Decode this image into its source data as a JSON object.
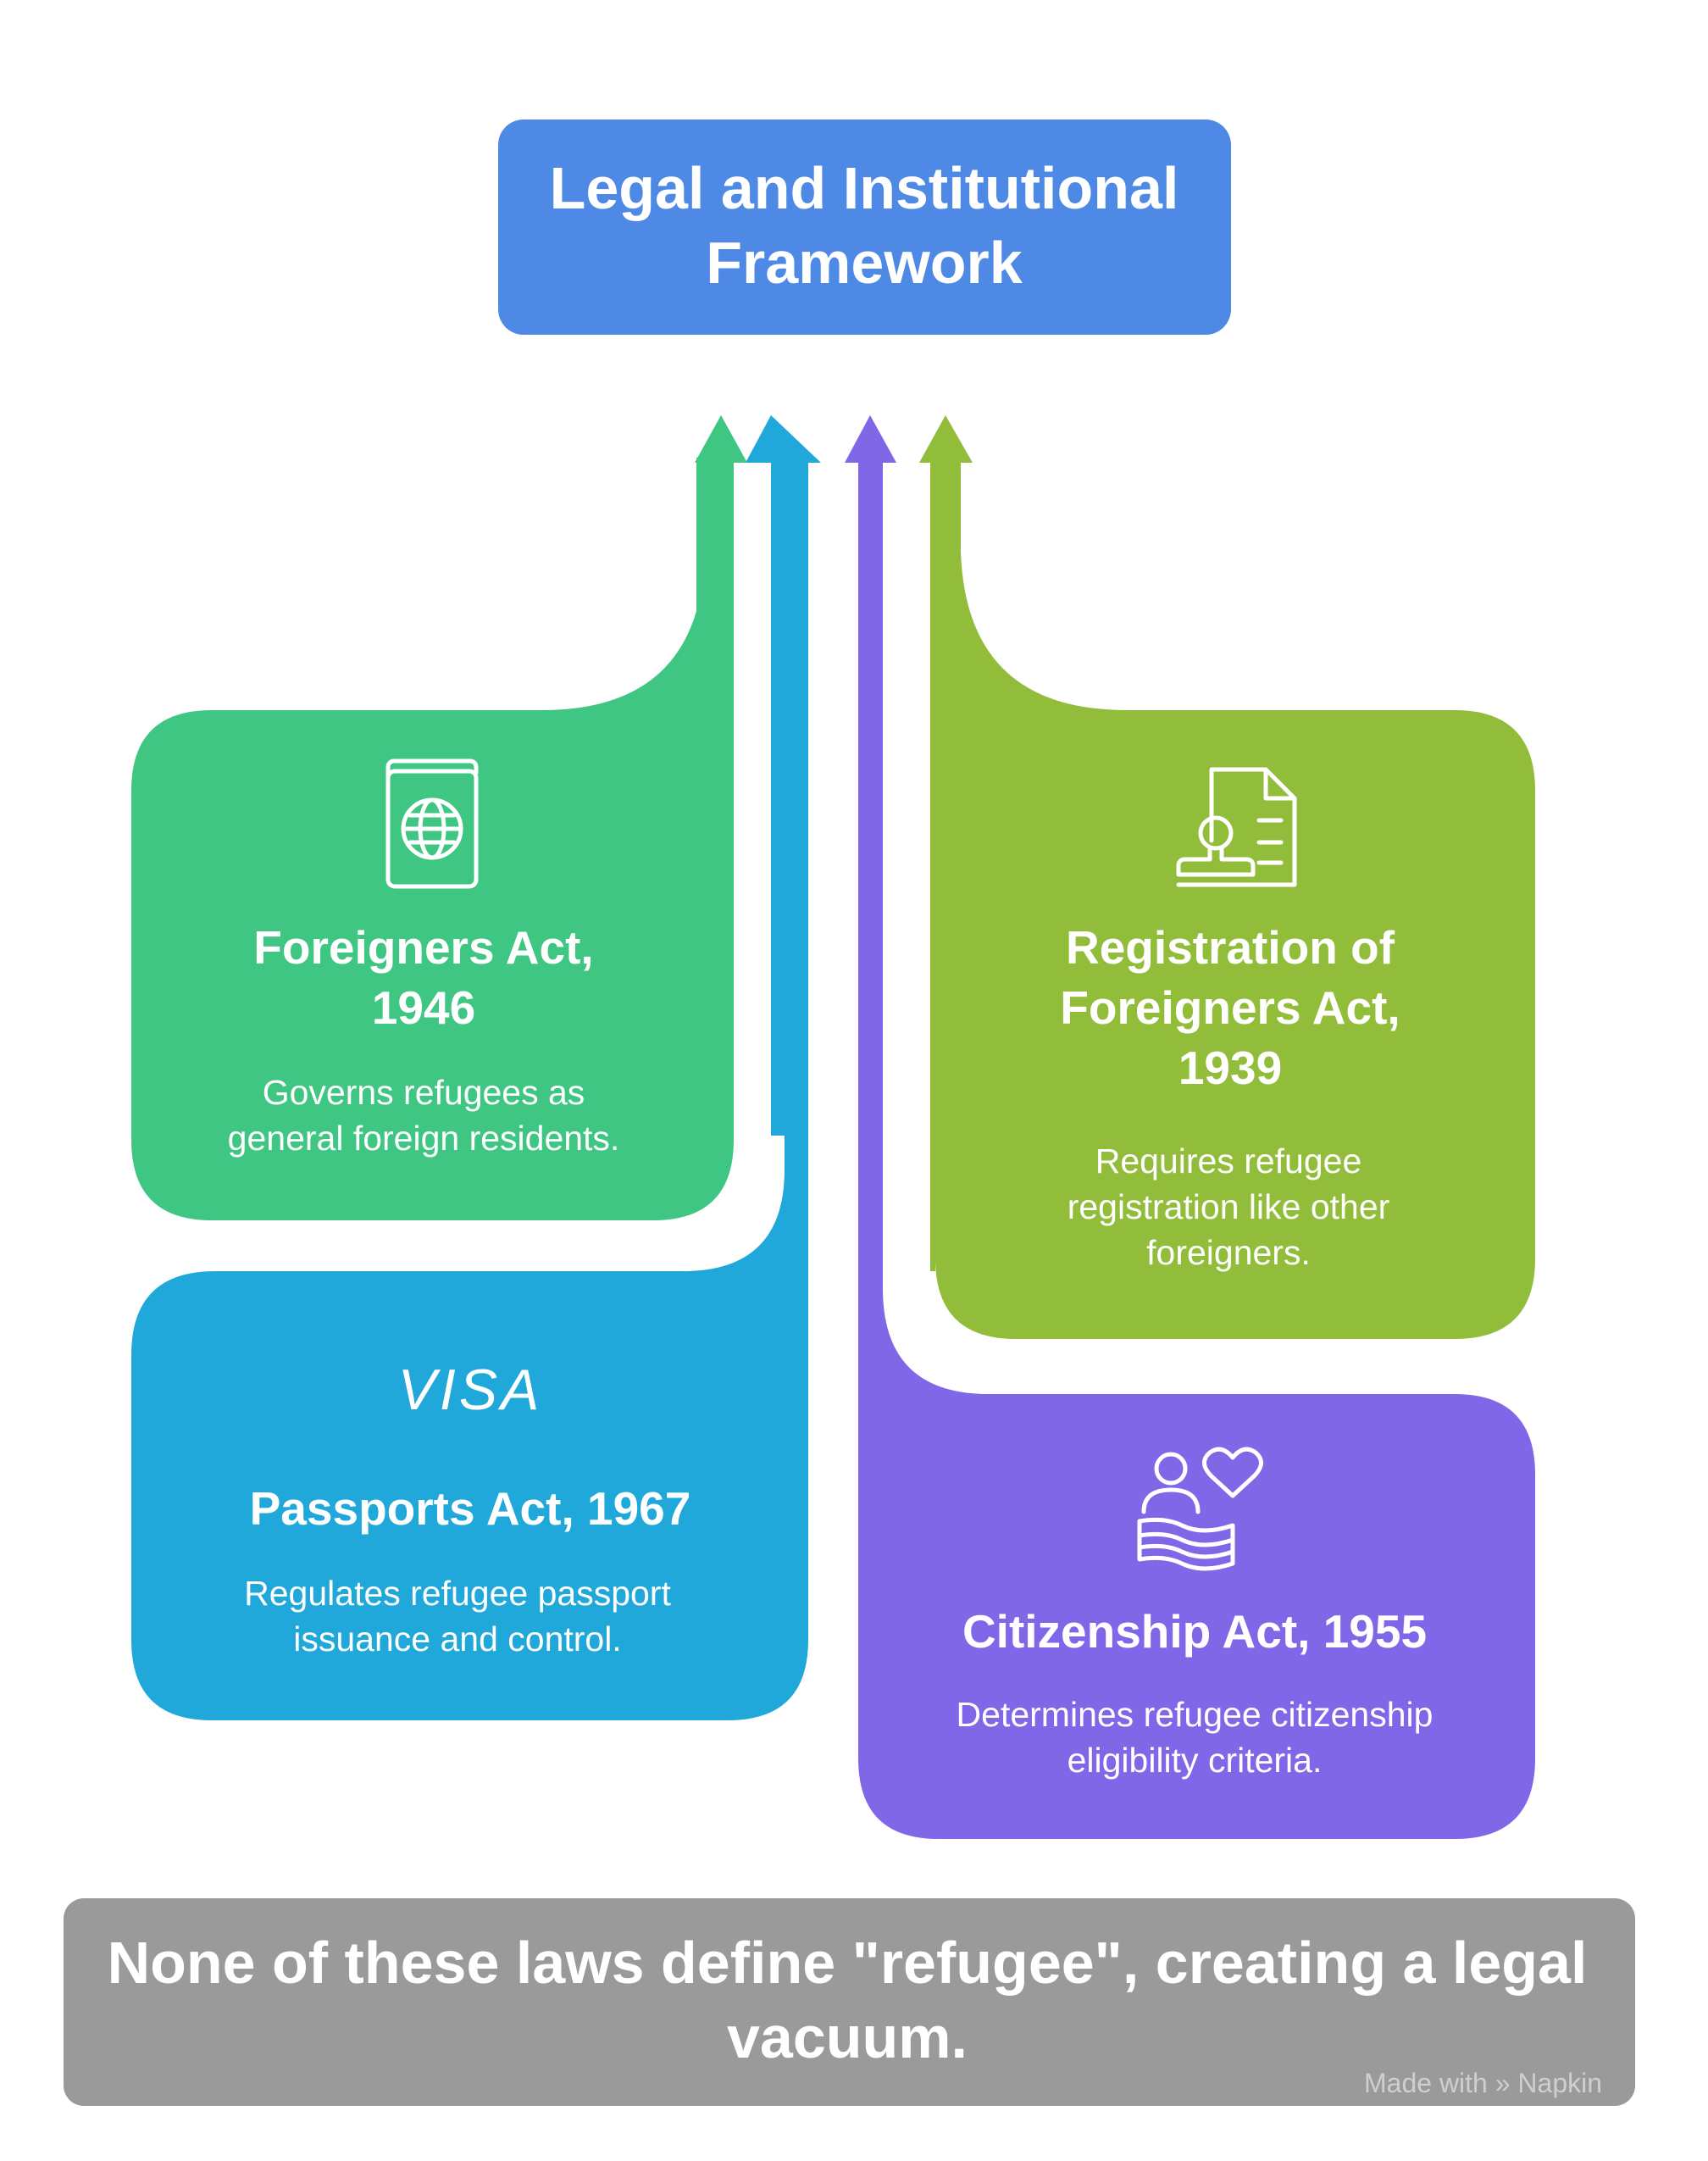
{
  "header": {
    "title": "Legal and Institutional Framework"
  },
  "cards": [
    {
      "title": "Foreigners Act, 1946",
      "description": "Governs refugees as general foreign residents.",
      "icon": "passport-icon",
      "color": "#3ec682"
    },
    {
      "title": "Registration of Foreigners Act, 1939",
      "description": "Requires refugee registration like other foreigners.",
      "icon": "document-stamp-icon",
      "color": "#92bd3a"
    },
    {
      "title": "Passports Act, 1967",
      "description": "Regulates refugee passport issuance and control.",
      "icon": "visa-icon",
      "icon_text": "VISA",
      "color": "#1fa8d9"
    },
    {
      "title": "Citizenship Act, 1955",
      "description": "Determines refugee citizenship eligibility criteria.",
      "icon": "citizen-flag-heart-icon",
      "color": "#7f67e8"
    }
  ],
  "header_color": "#4f89e6",
  "footer": {
    "text": "None of these laws define \"refugee\", creating a legal vacuum.",
    "color": "#9a9a9a"
  },
  "watermark": {
    "text": "Made with » Napkin"
  }
}
